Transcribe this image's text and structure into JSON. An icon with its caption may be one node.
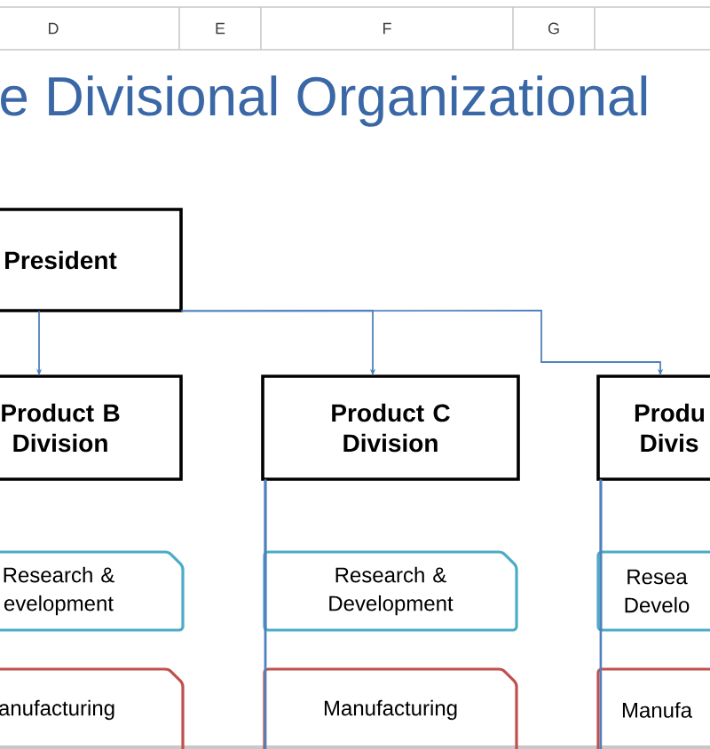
{
  "diagram": {
    "title": "e Divisional Organizational",
    "nodes": [
      {
        "text": [
          "President"
        ]
      },
      {
        "text": [
          "Product B Division"
        ]
      },
      {
        "text": [
          "Product C Division"
        ]
      },
      {
        "text": [
          "Produ Divis"
        ]
      },
      {
        "text": [
          "Research & evelopment"
        ]
      },
      {
        "text": [
          "anufacturing"
        ]
      },
      {
        "text": [
          "Research & Development"
        ]
      },
      {
        "text": [
          "Manufacturing"
        ]
      },
      {
        "text": [
          "Resea Develo"
        ]
      },
      {
        "text": [
          "Manufa"
        ]
      }
    ],
    "edges": [
      {
        "from": 0,
        "to": 1,
        "arrow": "to"
      },
      {
        "from": 0,
        "to": 2,
        "arrow": "to"
      },
      {
        "from": 0,
        "to": 3,
        "arrow": "to"
      },
      {
        "from": 2,
        "to": 6,
        "arrow": "none"
      },
      {
        "from": 2,
        "to": 7,
        "arrow": "none"
      },
      {
        "from": 3,
        "to": 8,
        "arrow": "none"
      },
      {
        "from": 3,
        "to": 9,
        "arrow": "none"
      }
    ],
    "labels": [
      "D",
      "E",
      "F",
      "G"
    ]
  }
}
